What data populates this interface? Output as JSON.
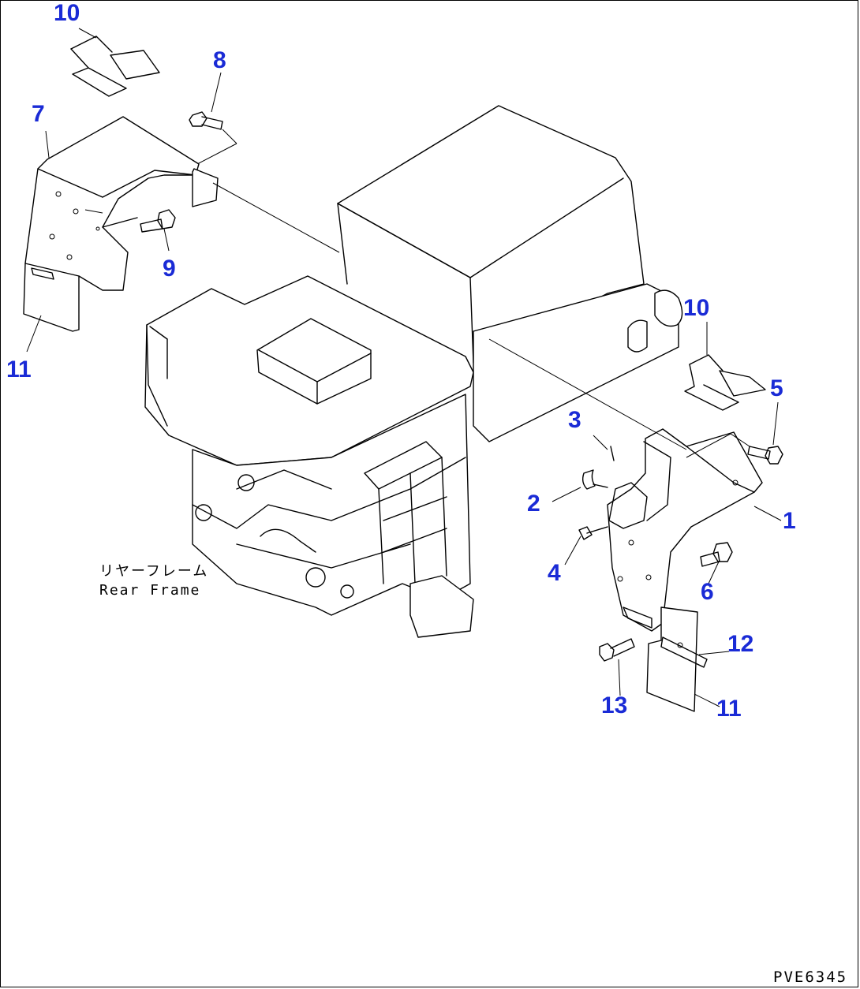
{
  "colors": {
    "callout": "#1a2bd6",
    "line": "#000000",
    "background": "#ffffff"
  },
  "callouts": [
    {
      "id": "10a",
      "text": "10"
    },
    {
      "id": "8",
      "text": "8"
    },
    {
      "id": "7",
      "text": "7"
    },
    {
      "id": "9",
      "text": "9"
    },
    {
      "id": "11a",
      "text": "11"
    },
    {
      "id": "10b",
      "text": "10"
    },
    {
      "id": "5",
      "text": "5"
    },
    {
      "id": "3",
      "text": "3"
    },
    {
      "id": "2",
      "text": "2"
    },
    {
      "id": "1",
      "text": "1"
    },
    {
      "id": "4",
      "text": "4"
    },
    {
      "id": "6",
      "text": "6"
    },
    {
      "id": "12",
      "text": "12"
    },
    {
      "id": "13",
      "text": "13"
    },
    {
      "id": "11b",
      "text": "11"
    }
  ],
  "notes": {
    "rear_frame_jp": "リヤーフレーム",
    "rear_frame_en": "Rear Frame"
  },
  "drawing_code": "PVE6345"
}
